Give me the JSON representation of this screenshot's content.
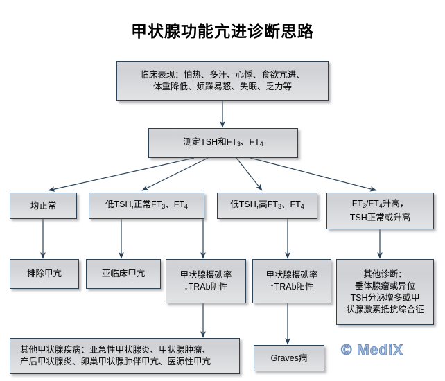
{
  "page": {
    "title": "甲状腺功能亢进诊断思路",
    "background_color": "#ffffff",
    "box_border_color": "#2b4257",
    "box_fill_color": "#d7d9dc",
    "arrow_color": "#2b4257",
    "watermark_color": "#a9c0de"
  },
  "watermark": {
    "label": "© MediX"
  },
  "nodes": {
    "clinical_presentation": {
      "label": "临床表现：怕热、多汗、心悸、食欲亢进、\n体重降低、烦躁易怒、失眠、乏力等"
    },
    "measure_tsh": {
      "label_prefix": "测定TSH和FT",
      "sub1": "3",
      "label_mid": "、FT",
      "sub2": "4"
    },
    "all_normal": {
      "label": "均正常"
    },
    "low_tsh_normal_ft": {
      "label_prefix": "低TSH,正常FT",
      "sub1": "3",
      "label_mid": "、FT",
      "sub2": "4"
    },
    "low_tsh_high_ft": {
      "label_prefix": "低TSH,高FT",
      "sub1": "3",
      "label_mid": "、FT",
      "sub2": "4"
    },
    "ft_elevated_tsh_normal": {
      "label_prefix": "FT",
      "sub1": "3",
      "label_mid": "/FT",
      "sub2": "4",
      "label_suffix": "升高，\nTSH正常或升高"
    },
    "exclude_hyper": {
      "label": "排除甲亢"
    },
    "subclinical_hyper": {
      "label": "亚临床甲亢"
    },
    "uptake_low_trab_neg": {
      "label": "甲状腺摄碘率\n↓TRAb阴性"
    },
    "uptake_high_trab_pos": {
      "label": "甲状腺摄碘率\n↑TRAb阳性"
    },
    "other_diagnosis": {
      "label": "其他诊断：\n垂体腺瘤或异位\nTSH分泌增多或甲\n状腺激素抵抗综合征"
    },
    "other_thyroid_disease": {
      "label": "其他甲状腺疾病：亚急性甲状腺炎、甲状腺肿瘤、\n产后甲状腺炎、卵巢甲状腺肿伴甲亢、医源性甲亢"
    },
    "graves_disease": {
      "label": "Graves病"
    }
  }
}
